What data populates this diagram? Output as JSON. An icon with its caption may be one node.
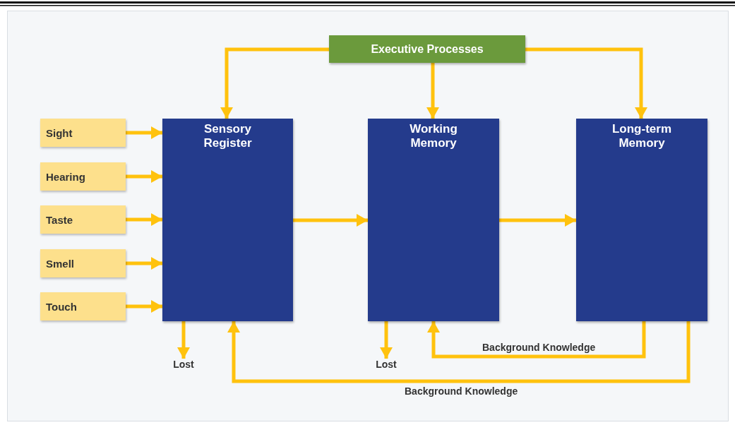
{
  "diagram": {
    "nodes": [
      {
        "text": [
          "Executive Processes"
        ]
      },
      {
        "text": [
          "Sight"
        ]
      },
      {
        "text": [
          "Hearing"
        ]
      },
      {
        "text": [
          "Taste"
        ]
      },
      {
        "text": [
          "Smell"
        ]
      },
      {
        "text": [
          "Touch"
        ]
      },
      {
        "text": [
          "Sensory Register"
        ]
      },
      {
        "text": [
          "Working Memory"
        ]
      },
      {
        "text": [
          "Long-term Memory"
        ]
      },
      {
        "text": [
          "Lost"
        ]
      },
      {
        "text": [
          "Lost"
        ]
      }
    ],
    "edges": [
      {
        "from": 0,
        "to": 6,
        "arrow": "to"
      },
      {
        "from": 0,
        "to": 7,
        "arrow": "to"
      },
      {
        "from": 0,
        "to": 8,
        "arrow": "to"
      },
      {
        "from": 1,
        "to": 6,
        "arrow": "to"
      },
      {
        "from": 2,
        "to": 6,
        "arrow": "to"
      },
      {
        "from": 3,
        "to": 6,
        "arrow": "to"
      },
      {
        "from": 4,
        "to": 6,
        "arrow": "to"
      },
      {
        "from": 5,
        "to": 6,
        "arrow": "to"
      },
      {
        "from": 6,
        "to": 7,
        "arrow": "to"
      },
      {
        "from": 7,
        "to": 8,
        "arrow": "to"
      },
      {
        "from": 6,
        "to": 9,
        "arrow": "to"
      },
      {
        "from": 7,
        "to": 10,
        "arrow": "to"
      },
      {
        "from": 8,
        "to": 7,
        "arrow": "to",
        "label": "Background Knowledge"
      },
      {
        "from": 8,
        "to": 6,
        "arrow": "to",
        "label": "Background Knowledge"
      }
    ]
  }
}
